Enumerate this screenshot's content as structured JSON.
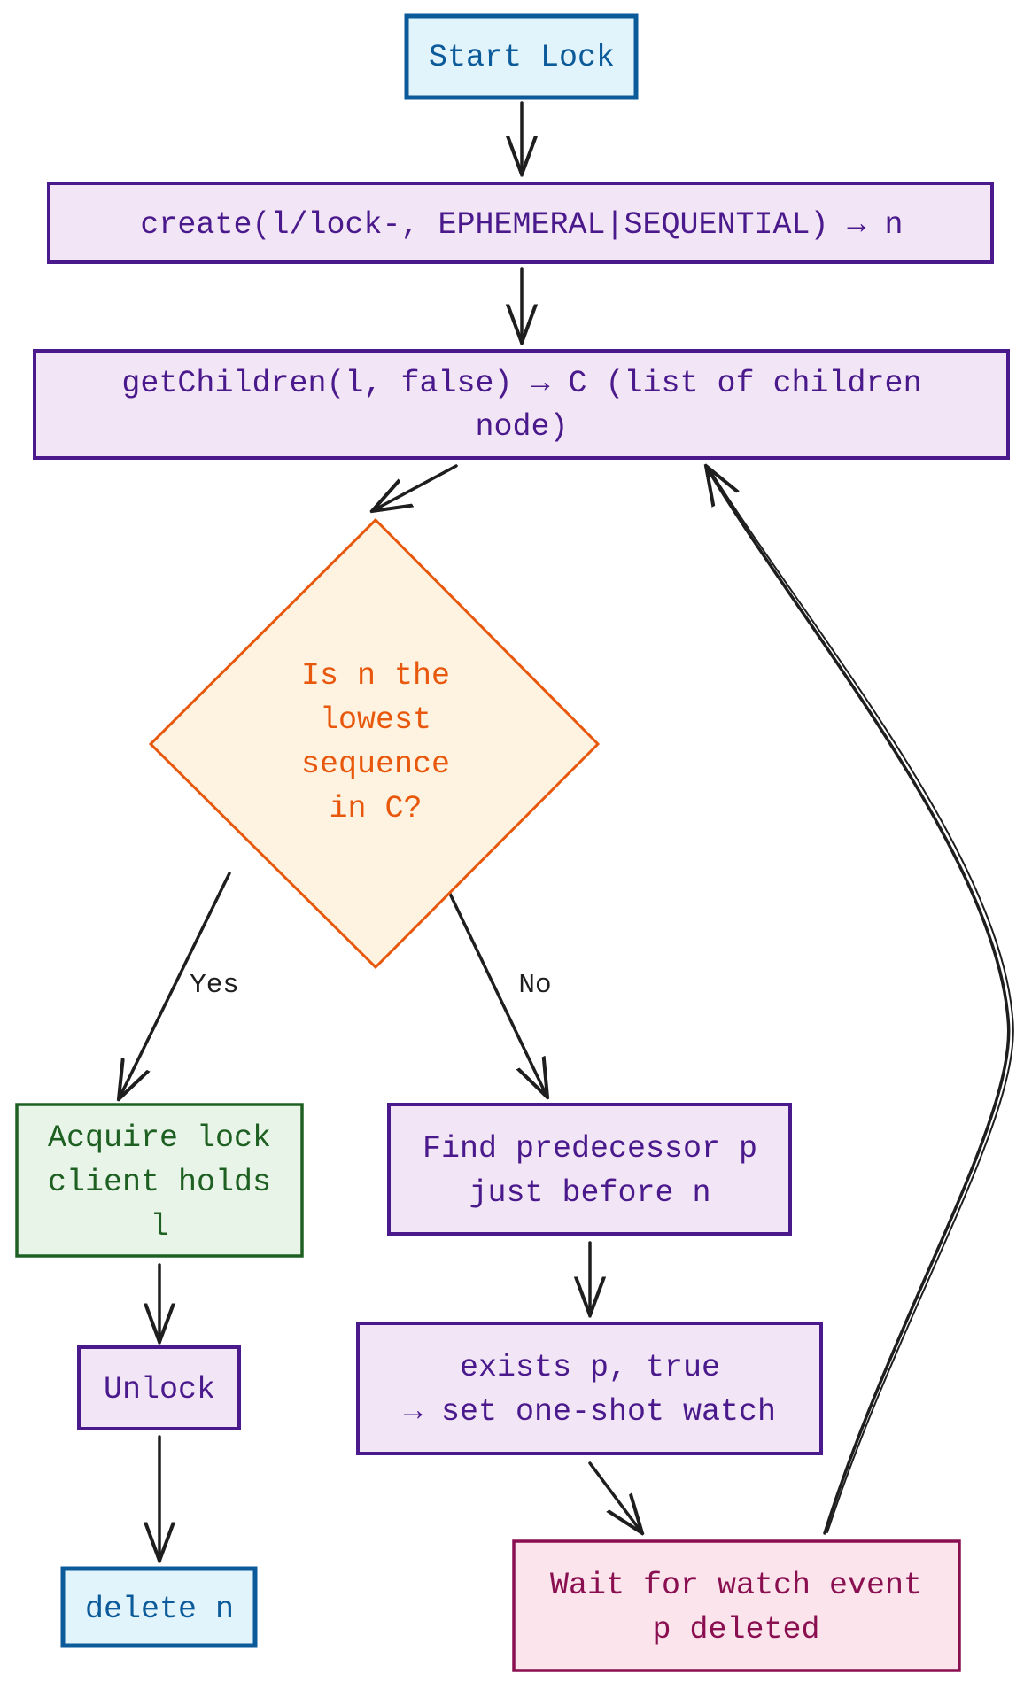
{
  "colors": {
    "blue_stroke": "#0b5a9a",
    "blue_fill": "#e1f4fc",
    "blue_text": "#0b5a9a",
    "purple_stroke": "#4a1a8c",
    "purple_fill": "#f2e5f5",
    "purple_text": "#4a1a8c",
    "green_stroke": "#1e6022",
    "green_fill": "#e8f4e8",
    "green_text": "#1e6022",
    "orange_stroke": "#e8580c",
    "orange_fill": "#fef3e1",
    "orange_text": "#e8580c",
    "pink_stroke": "#8a0f50",
    "pink_fill": "#fbe4ec",
    "pink_text": "#8a0f50",
    "arrow": "#1e1e1e"
  },
  "nodes": {
    "start": [
      "Start Lock"
    ],
    "create": [
      "create(l/lock-, EPHEMERAL|SEQUENTIAL) → n"
    ],
    "get_children": [
      "getChildren(l, false) → C (list of children",
      "node)"
    ],
    "decision": [
      "Is n the",
      "lowest",
      "sequence",
      "in C?"
    ],
    "acquire": [
      "Acquire lock",
      "client holds",
      "l"
    ],
    "unlock": [
      "Unlock"
    ],
    "delete": [
      "delete n"
    ],
    "find_predecessor": [
      "Find predecessor p",
      "just before n"
    ],
    "exists": [
      "exists p, true",
      "→ set one-shot watch"
    ],
    "wait": [
      "Wait for watch event",
      "p deleted"
    ]
  },
  "edges": {
    "yes_label": "Yes",
    "no_label": "No"
  }
}
